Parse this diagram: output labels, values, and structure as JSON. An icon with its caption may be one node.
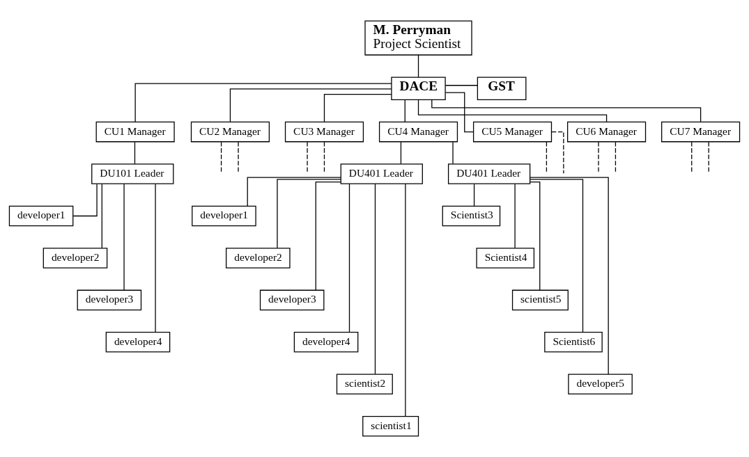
{
  "diagram": {
    "nodes": [
      {
        "text": [
          "M. Perryman",
          "Project Scientist"
        ]
      },
      {
        "text": [
          "DACE"
        ]
      },
      {
        "text": [
          "GST"
        ]
      },
      {
        "text": [
          "CU1 Manager"
        ]
      },
      {
        "text": [
          "CU2 Manager"
        ]
      },
      {
        "text": [
          "CU3 Manager"
        ]
      },
      {
        "text": [
          "CU4 Manager"
        ]
      },
      {
        "text": [
          "CU5 Manager"
        ]
      },
      {
        "text": [
          "CU6 Manager"
        ]
      },
      {
        "text": [
          "CU7 Manager"
        ]
      },
      {
        "text": [
          "DU101 Leader"
        ]
      },
      {
        "text": [
          "developer1"
        ]
      },
      {
        "text": [
          "developer2"
        ]
      },
      {
        "text": [
          "developer3"
        ]
      },
      {
        "text": [
          "developer4"
        ]
      },
      {
        "text": [
          "DU401 Leader"
        ]
      },
      {
        "text": [
          "DU401 Leader"
        ]
      },
      {
        "text": [
          "developer1"
        ]
      },
      {
        "text": [
          "developer2"
        ]
      },
      {
        "text": [
          "developer3"
        ]
      },
      {
        "text": [
          "developer4"
        ]
      },
      {
        "text": [
          "scientist2"
        ]
      },
      {
        "text": [
          "scientist1"
        ]
      },
      {
        "text": [
          "Scientist3"
        ]
      },
      {
        "text": [
          "Scientist4"
        ]
      },
      {
        "text": [
          "scientist5"
        ]
      },
      {
        "text": [
          "Scientist6"
        ]
      },
      {
        "text": [
          "developer5"
        ]
      }
    ],
    "edges": [
      {
        "from": 0,
        "to": 1,
        "arrow": "none"
      },
      {
        "from": 1,
        "to": 2,
        "arrow": "none"
      },
      {
        "from": 1,
        "to": 3,
        "arrow": "none"
      },
      {
        "from": 1,
        "to": 4,
        "arrow": "none"
      },
      {
        "from": 1,
        "to": 5,
        "arrow": "none"
      },
      {
        "from": 1,
        "to": 6,
        "arrow": "none"
      },
      {
        "from": 1,
        "to": 7,
        "arrow": "none"
      },
      {
        "from": 1,
        "to": 8,
        "arrow": "none"
      },
      {
        "from": 1,
        "to": 9,
        "arrow": "none"
      },
      {
        "from": 3,
        "to": 10,
        "arrow": "none"
      },
      {
        "from": 4,
        "to": null,
        "arrow": "none",
        "style": "dashed"
      },
      {
        "from": 4,
        "to": null,
        "arrow": "none",
        "style": "dashed"
      },
      {
        "from": 5,
        "to": null,
        "arrow": "none",
        "style": "dashed"
      },
      {
        "from": 5,
        "to": null,
        "arrow": "none",
        "style": "dashed"
      },
      {
        "from": 6,
        "to": 15,
        "arrow": "none"
      },
      {
        "from": 6,
        "to": 16,
        "arrow": "none"
      },
      {
        "from": 7,
        "to": null,
        "arrow": "none",
        "style": "dashed"
      },
      {
        "from": 7,
        "to": null,
        "arrow": "none",
        "style": "dashed"
      },
      {
        "from": 8,
        "to": null,
        "arrow": "none",
        "style": "dashed"
      },
      {
        "from": 8,
        "to": null,
        "arrow": "none",
        "style": "dashed"
      },
      {
        "from": 9,
        "to": null,
        "arrow": "none",
        "style": "dashed"
      },
      {
        "from": 9,
        "to": null,
        "arrow": "none",
        "style": "dashed"
      },
      {
        "from": 10,
        "to": 11,
        "arrow": "none"
      },
      {
        "from": 10,
        "to": 12,
        "arrow": "none"
      },
      {
        "from": 10,
        "to": 13,
        "arrow": "none"
      },
      {
        "from": 10,
        "to": 14,
        "arrow": "none"
      },
      {
        "from": 15,
        "to": 17,
        "arrow": "none"
      },
      {
        "from": 15,
        "to": 18,
        "arrow": "none"
      },
      {
        "from": 15,
        "to": 19,
        "arrow": "none"
      },
      {
        "from": 15,
        "to": 20,
        "arrow": "none"
      },
      {
        "from": 15,
        "to": 21,
        "arrow": "none"
      },
      {
        "from": 15,
        "to": 22,
        "arrow": "none"
      },
      {
        "from": 16,
        "to": 23,
        "arrow": "none"
      },
      {
        "from": 16,
        "to": 24,
        "arrow": "none"
      },
      {
        "from": 16,
        "to": 25,
        "arrow": "none"
      },
      {
        "from": 16,
        "to": 26,
        "arrow": "none"
      },
      {
        "from": 16,
        "to": 27,
        "arrow": "none"
      }
    ]
  }
}
